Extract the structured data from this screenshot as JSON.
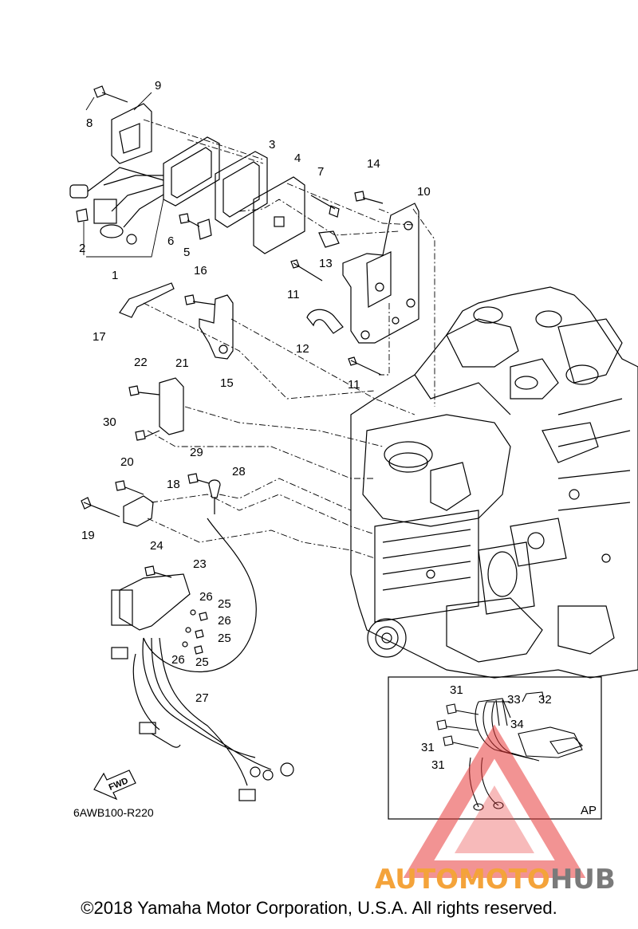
{
  "callouts": [
    "1",
    "2",
    "3",
    "4",
    "5",
    "6",
    "7",
    "8",
    "9",
    "10",
    "11",
    "11",
    "12",
    "13",
    "14",
    "15",
    "16",
    "17",
    "18",
    "19",
    "20",
    "21",
    "22",
    "23",
    "24",
    "25",
    "25",
    "25",
    "26",
    "26",
    "26",
    "27",
    "28",
    "29",
    "30",
    "31",
    "31",
    "31",
    "32",
    "33",
    "34"
  ],
  "inset_label": "AP",
  "fwd_label": "FWD",
  "drawing_code": "6AWB100-R220",
  "watermark": {
    "part1": "AUTOMOTO",
    "part2": "HUB",
    "color1": "#f4a33a",
    "color2": "#7a7a7a",
    "logo_color": "#e83a3a"
  },
  "copyright": "©2018 Yamaha Motor Corporation, U.S.A. All rights reserved."
}
